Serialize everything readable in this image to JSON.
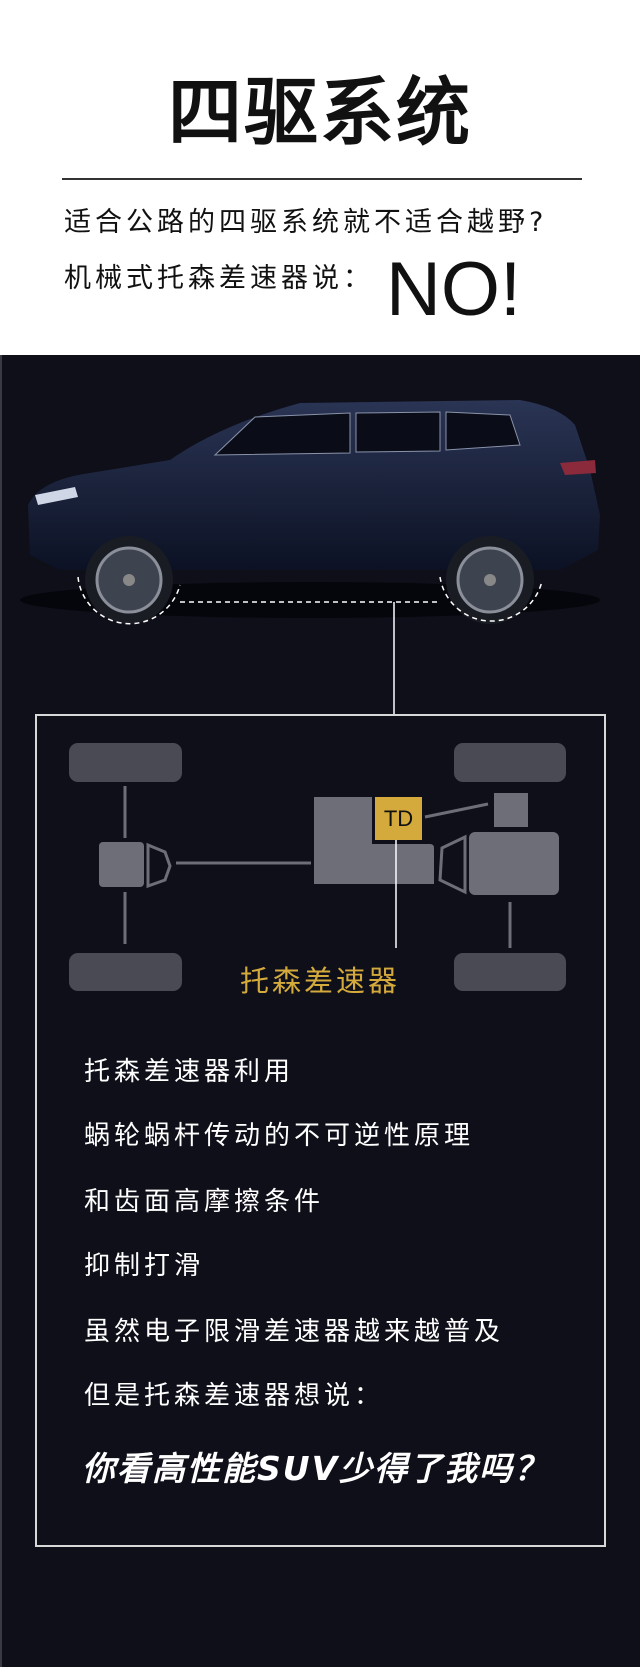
{
  "header": {
    "title": "四驱系统",
    "question": "适合公路的四驱系统就不适合越野?",
    "answer_prefix": "机械式托森差速器说：",
    "answer": "NO!"
  },
  "diagram": {
    "badge": "TD",
    "label": "托森差速器",
    "accent_color": "#d4aa3c"
  },
  "body": {
    "lines": [
      "托森差速器利用",
      "蜗轮蜗杆传动的不可逆性原理",
      "和齿面高摩擦条件",
      "抑制打滑",
      "虽然电子限滑差速器越来越普及",
      "但是托森差速器想说："
    ],
    "punchline": "你看高性能SUV少得了我吗？"
  }
}
